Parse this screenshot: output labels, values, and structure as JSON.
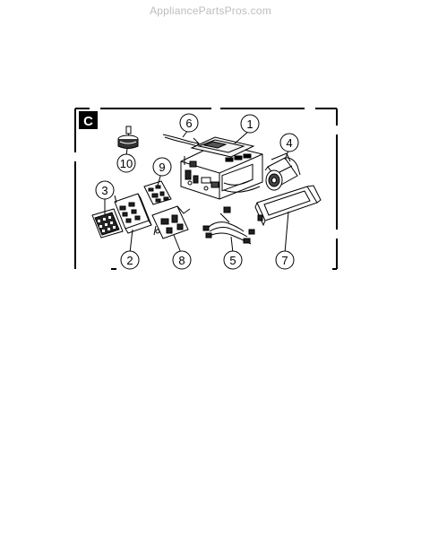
{
  "watermark": "AppliancePartsPros.com",
  "section": {
    "label": "C"
  },
  "callouts": [
    {
      "number": "1",
      "part": "control-housing"
    },
    {
      "number": "2",
      "part": "control-board"
    },
    {
      "number": "3",
      "part": "keypad-overlay"
    },
    {
      "number": "4",
      "part": "motor"
    },
    {
      "number": "5",
      "part": "wire-harness"
    },
    {
      "number": "6",
      "part": "wire-lead"
    },
    {
      "number": "7",
      "part": "door-frame"
    },
    {
      "number": "8",
      "part": "relay-board"
    },
    {
      "number": "9",
      "part": "circuit-board"
    },
    {
      "number": "10",
      "part": "thermistor"
    }
  ]
}
